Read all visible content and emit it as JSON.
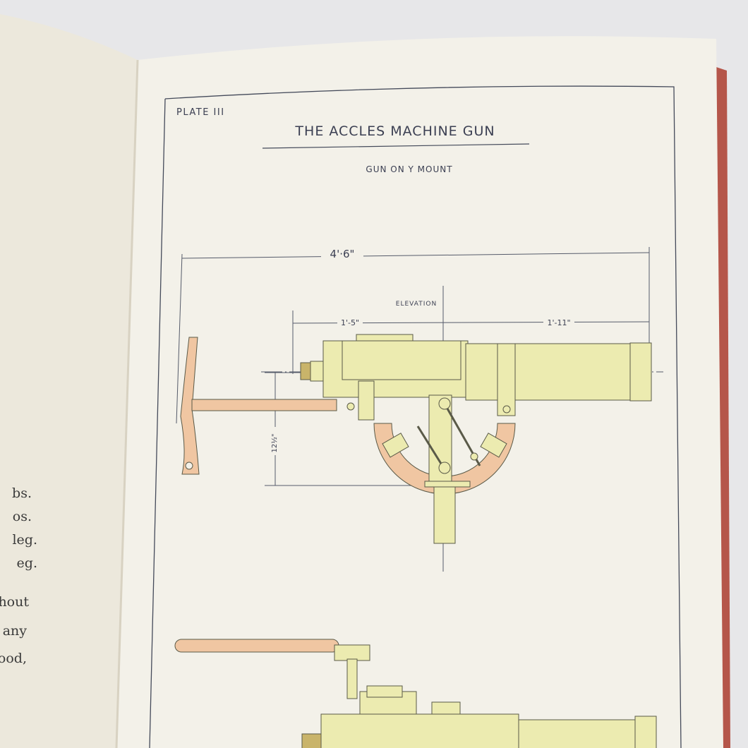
{
  "plate": {
    "number_label": "PLATE III",
    "title": "THE ACCLES MACHINE GUN",
    "subtitle": "GUN ON Y MOUNT",
    "view_label": "ELEVATION",
    "dimensions": {
      "overall_length": "4'·6\"",
      "rear_section": "1'-5\"",
      "front_section": "1'-11\"",
      "height": "12½\""
    }
  },
  "left_page": {
    "line_fragments": [
      "bs.",
      "os.",
      "leg.",
      "eg.",
      "hout",
      "any",
      "ood,"
    ]
  },
  "colors": {
    "brass": "#ecebb0",
    "wood": "#f0c6a2",
    "ink": "#3b3f52",
    "page": "#f3f1e9",
    "cover": "#b5564a"
  }
}
